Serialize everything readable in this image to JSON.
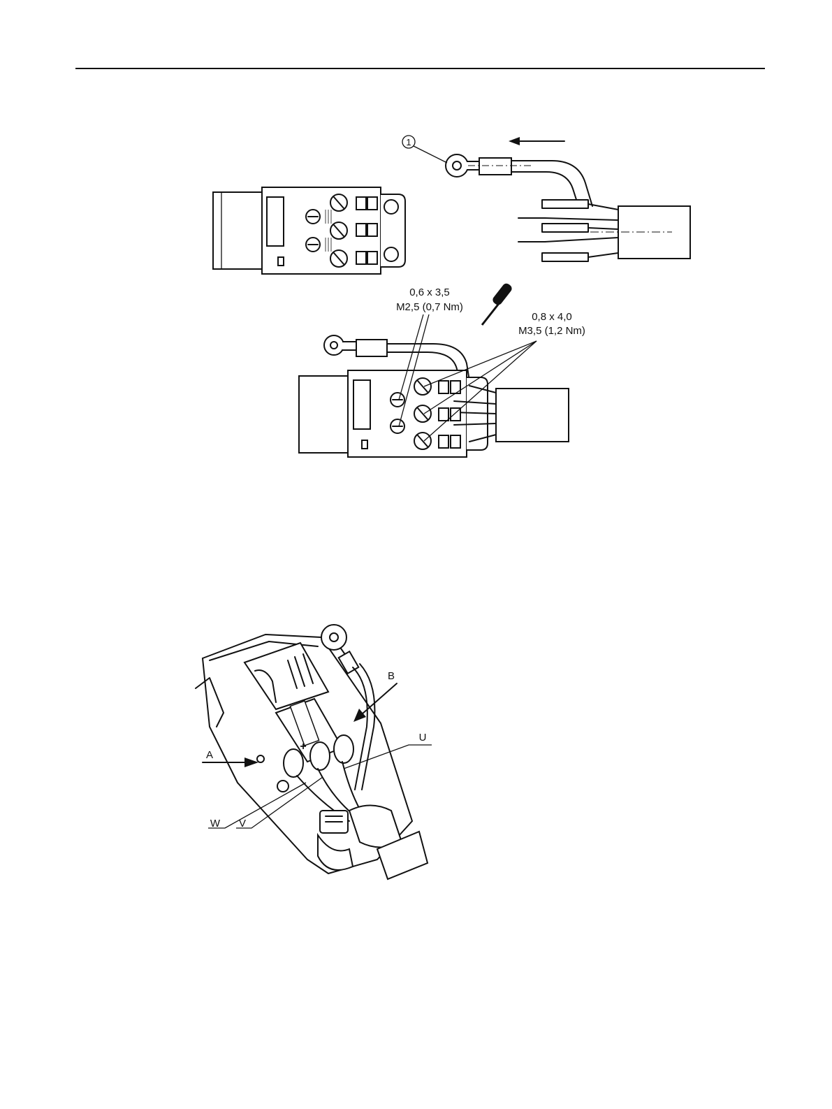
{
  "figure1": {
    "callout_number": "1",
    "screw_small": {
      "size": "0,6 x 3,5",
      "torque": "M2,5 (0,7 Nm)"
    },
    "screw_large": {
      "size": "0,8 x 4,0",
      "torque": "M3,5 (1,2 Nm)"
    }
  },
  "figure2": {
    "labels": {
      "a": "A",
      "b": "B",
      "u": "U",
      "v": "V",
      "w": "W"
    },
    "plus_sign": "+"
  }
}
